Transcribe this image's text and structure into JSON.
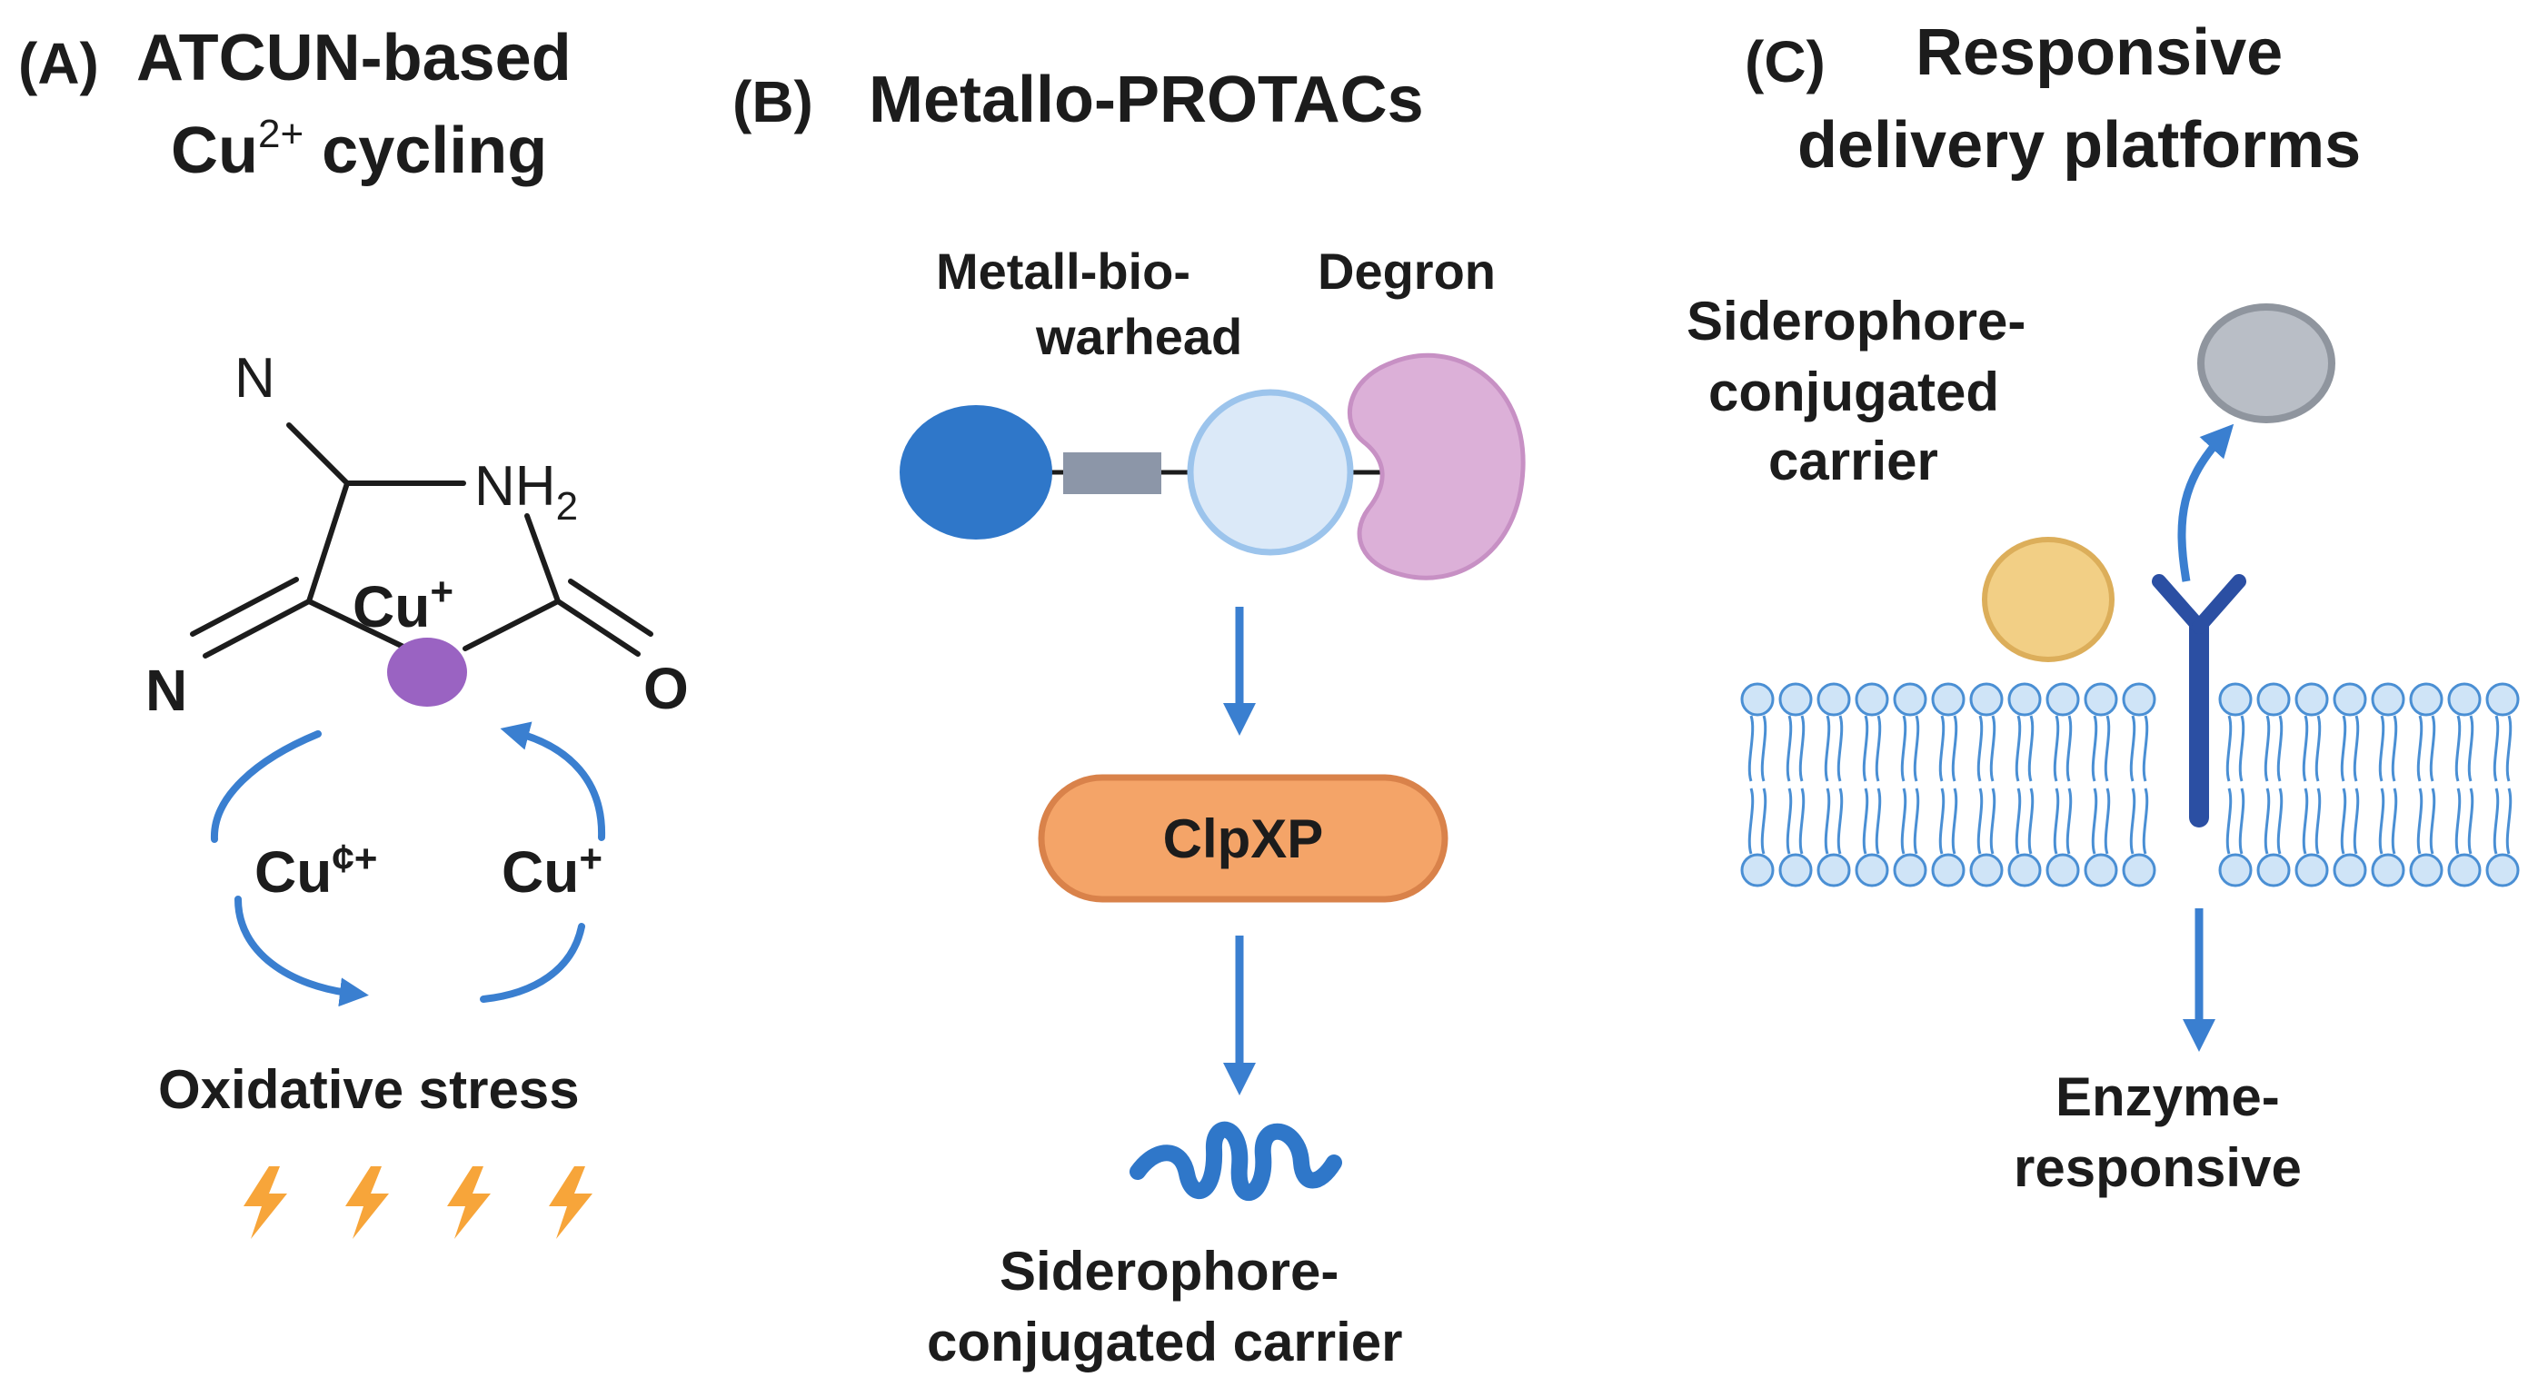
{
  "panels": {
    "a": {
      "letter": "(A)",
      "title_line1": "ATCUN-based",
      "title_line2_prefix": "Cu",
      "title_line2_sup": "2+",
      "title_line2_suffix": " cycling",
      "atoms": {
        "n_top": "N",
        "nh2_main": "NH",
        "nh2_sub": "2",
        "n_left": "N",
        "o_right": "O",
        "cu_center": "Cu",
        "cu_center_sup": "+"
      },
      "cycle_left": "Cu",
      "cycle_left_sup": "¢+",
      "cycle_right": "Cu",
      "cycle_right_sup": "+",
      "caption": "Oxidative stress"
    },
    "b": {
      "letter": "(B)",
      "title": "Metallo-PROTACs",
      "warhead_line1": "Metall-bio-",
      "warhead_line2": "warhead",
      "degron": "Degron",
      "protease": "ClpXP",
      "output_line1": "Siderophore-",
      "output_line2": "conjugated carrier"
    },
    "c": {
      "letter": "(C)",
      "title_line1": "Responsive",
      "title_line2": "delivery platforms",
      "carrier_line1": "Siderophore-",
      "carrier_line2": "conjugated",
      "carrier_line3": "carrier",
      "release_line1": "Enzyme-",
      "release_line2": "responsive"
    }
  },
  "icons": {
    "cu_ion": "purple-dot-icon",
    "stress": "lightning-bolt-icon",
    "unfolded_protein": "squiggle-peptide-icon",
    "receptor": "y-receptor-icon",
    "membrane": "lipid-bilayer-icon"
  },
  "colors": {
    "arrow_blue": "#3a7fd0",
    "warhead_blue": "#2f77c9",
    "linker_gray": "#8c96a8",
    "binder_light_blue": "#dbe9f8",
    "degron_pink": "#dcb0d8",
    "clpxp_orange": "#f4a468",
    "cu_purple": "#9a63c2",
    "bolt_orange": "#f7a53a",
    "lipid_blue": "#cfe4f7",
    "receptor_navy": "#2b4fa3",
    "carrier_yellow": "#f2cf85",
    "released_gray": "#b9bec6"
  }
}
